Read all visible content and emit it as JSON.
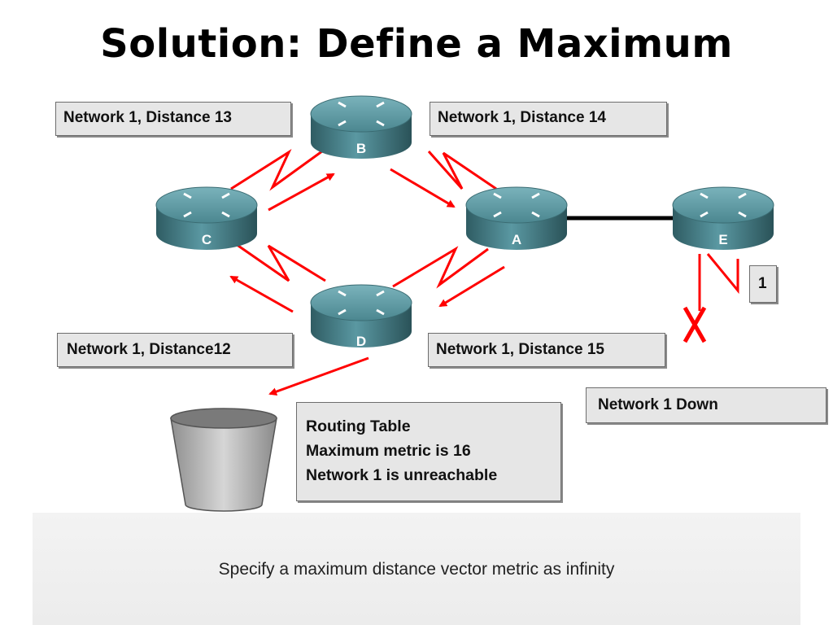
{
  "title": "Solution: Define a Maximum",
  "labels": {
    "c_distance": "Network 1, Distance 13",
    "a_distance": "Network 1, Distance 14",
    "d_distance": "Network 1, Distance12",
    "e_distance": "Network 1, Distance 15",
    "network_down": "Network 1 Down",
    "network_id": "1"
  },
  "routers": {
    "a": "A",
    "b": "B",
    "c": "C",
    "d": "D",
    "e": "E"
  },
  "routing_table": {
    "line1": "Routing Table",
    "line2": "Maximum metric is 16",
    "line3": "Network 1 is unreachable"
  },
  "footer": "Specify a maximum distance vector metric as infinity",
  "colors": {
    "link": "#ff0000",
    "router_top": "#4e8a93",
    "router_body": "#3b6e76",
    "label_bg": "#e6e6e6"
  }
}
